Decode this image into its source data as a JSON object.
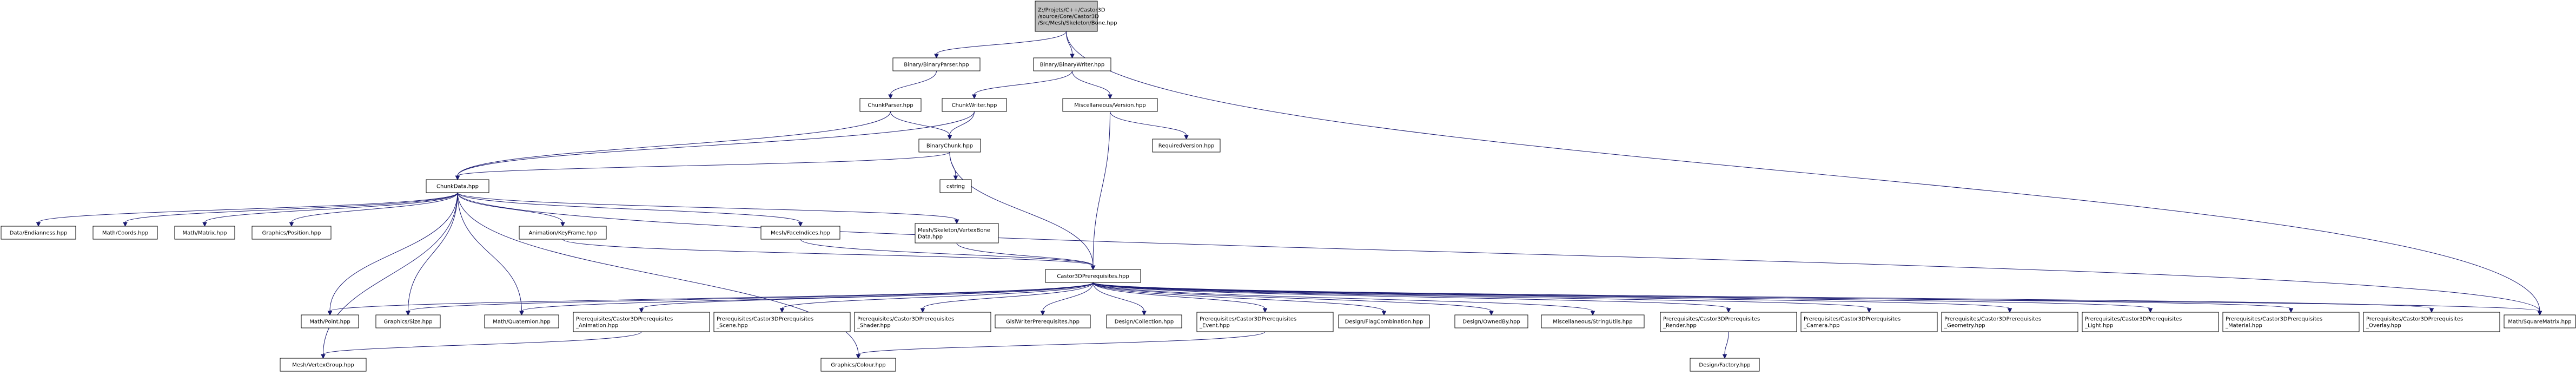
{
  "diagram": {
    "type": "include-dependency-graph",
    "colors": {
      "edge": "#191970",
      "root_fill": "#bfbfbf",
      "node_fill": "#ffffff",
      "node_border": "#000000",
      "external_border": "#bfbfbf"
    },
    "nodes": [
      {
        "id": "root",
        "lines": [
          "Z:/Projets/C++/Castor3D",
          "/source/Core/Castor3D",
          "/Src/Mesh/Skeleton/Bone.hpp"
        ],
        "kind": "root"
      },
      {
        "id": "binparser",
        "lines": [
          "Binary/BinaryParser.hpp"
        ],
        "kind": "file"
      },
      {
        "id": "binwriter",
        "lines": [
          "Binary/BinaryWriter.hpp"
        ],
        "kind": "file"
      },
      {
        "id": "chunkparser",
        "lines": [
          "ChunkParser.hpp"
        ],
        "kind": "file"
      },
      {
        "id": "chunkwriter",
        "lines": [
          "ChunkWriter.hpp"
        ],
        "kind": "file"
      },
      {
        "id": "miscversion",
        "lines": [
          "Miscellaneous/Version.hpp"
        ],
        "kind": "file"
      },
      {
        "id": "binchunk",
        "lines": [
          "BinaryChunk.hpp"
        ],
        "kind": "file"
      },
      {
        "id": "reqversion",
        "lines": [
          "RequiredVersion.hpp"
        ],
        "kind": "external"
      },
      {
        "id": "cstring",
        "lines": [
          "cstring"
        ],
        "kind": "external"
      },
      {
        "id": "chunkdata",
        "lines": [
          "ChunkData.hpp"
        ],
        "kind": "file"
      },
      {
        "id": "endianness",
        "lines": [
          "Data/Endianness.hpp"
        ],
        "kind": "external"
      },
      {
        "id": "coords",
        "lines": [
          "Math/Coords.hpp"
        ],
        "kind": "external"
      },
      {
        "id": "matrix",
        "lines": [
          "Math/Matrix.hpp"
        ],
        "kind": "external"
      },
      {
        "id": "position",
        "lines": [
          "Graphics/Position.hpp"
        ],
        "kind": "external"
      },
      {
        "id": "keyframe",
        "lines": [
          "Animation/KeyFrame.hpp"
        ],
        "kind": "file"
      },
      {
        "id": "faceindices",
        "lines": [
          "Mesh/FaceIndices.hpp"
        ],
        "kind": "file"
      },
      {
        "id": "vertexbone",
        "lines": [
          "Mesh/Skeleton/VertexBone",
          "Data.hpp"
        ],
        "kind": "file"
      },
      {
        "id": "prereq",
        "lines": [
          "Castor3DPrerequisites.hpp"
        ],
        "kind": "file"
      },
      {
        "id": "point",
        "lines": [
          "Math/Point.hpp"
        ],
        "kind": "external"
      },
      {
        "id": "size",
        "lines": [
          "Graphics/Size.hpp"
        ],
        "kind": "external"
      },
      {
        "id": "quaternion",
        "lines": [
          "Math/Quaternion.hpp"
        ],
        "kind": "external"
      },
      {
        "id": "pre_anim",
        "lines": [
          "Prerequisites/Castor3DPrerequisites",
          "_Animation.hpp"
        ],
        "kind": "file"
      },
      {
        "id": "pre_scene",
        "lines": [
          "Prerequisites/Castor3DPrerequisites",
          "_Scene.hpp"
        ],
        "kind": "file"
      },
      {
        "id": "pre_shader",
        "lines": [
          "Prerequisites/Castor3DPrerequisites",
          "_Shader.hpp"
        ],
        "kind": "file"
      },
      {
        "id": "glsl",
        "lines": [
          "GlslWriterPrerequisites.hpp"
        ],
        "kind": "external"
      },
      {
        "id": "collection",
        "lines": [
          "Design/Collection.hpp"
        ],
        "kind": "external"
      },
      {
        "id": "pre_event",
        "lines": [
          "Prerequisites/Castor3DPrerequisites",
          "_Event.hpp"
        ],
        "kind": "file"
      },
      {
        "id": "flagcomb",
        "lines": [
          "Design/FlagCombination.hpp"
        ],
        "kind": "external"
      },
      {
        "id": "ownedby",
        "lines": [
          "Design/OwnedBy.hpp"
        ],
        "kind": "external"
      },
      {
        "id": "stringutils",
        "lines": [
          "Miscellaneous/StringUtils.hpp"
        ],
        "kind": "external"
      },
      {
        "id": "pre_render",
        "lines": [
          "Prerequisites/Castor3DPrerequisites",
          "_Render.hpp"
        ],
        "kind": "file"
      },
      {
        "id": "pre_camera",
        "lines": [
          "Prerequisites/Castor3DPrerequisites",
          "_Camera.hpp"
        ],
        "kind": "file"
      },
      {
        "id": "pre_geometry",
        "lines": [
          "Prerequisites/Castor3DPrerequisites",
          "_Geometry.hpp"
        ],
        "kind": "file"
      },
      {
        "id": "pre_light",
        "lines": [
          "Prerequisites/Castor3DPrerequisites",
          "_Light.hpp"
        ],
        "kind": "file"
      },
      {
        "id": "pre_material",
        "lines": [
          "Prerequisites/Castor3DPrerequisites",
          "_Material.hpp"
        ],
        "kind": "file"
      },
      {
        "id": "pre_overlay",
        "lines": [
          "Prerequisites/Castor3DPrerequisites",
          "_Overlay.hpp"
        ],
        "kind": "file"
      },
      {
        "id": "sqmatrix",
        "lines": [
          "Math/SquareMatrix.hpp"
        ],
        "kind": "external"
      },
      {
        "id": "vertexgroup",
        "lines": [
          "Mesh/VertexGroup.hpp"
        ],
        "kind": "file"
      },
      {
        "id": "colour",
        "lines": [
          "Graphics/Colour.hpp"
        ],
        "kind": "external"
      },
      {
        "id": "factory",
        "lines": [
          "Design/Factory.hpp"
        ],
        "kind": "external"
      }
    ],
    "edges": [
      [
        "root",
        "binparser"
      ],
      [
        "root",
        "binwriter"
      ],
      [
        "root",
        "sqmatrix"
      ],
      [
        "binparser",
        "chunkparser"
      ],
      [
        "binwriter",
        "chunkwriter"
      ],
      [
        "binwriter",
        "miscversion"
      ],
      [
        "chunkparser",
        "binchunk"
      ],
      [
        "chunkparser",
        "chunkdata"
      ],
      [
        "chunkwriter",
        "binchunk"
      ],
      [
        "chunkwriter",
        "chunkdata"
      ],
      [
        "miscversion",
        "reqversion"
      ],
      [
        "miscversion",
        "prereq"
      ],
      [
        "binchunk",
        "cstring"
      ],
      [
        "binchunk",
        "chunkdata"
      ],
      [
        "binchunk",
        "prereq"
      ],
      [
        "chunkdata",
        "endianness"
      ],
      [
        "chunkdata",
        "coords"
      ],
      [
        "chunkdata",
        "matrix"
      ],
      [
        "chunkdata",
        "position"
      ],
      [
        "chunkdata",
        "keyframe"
      ],
      [
        "chunkdata",
        "faceindices"
      ],
      [
        "chunkdata",
        "vertexbone"
      ],
      [
        "chunkdata",
        "point"
      ],
      [
        "chunkdata",
        "size"
      ],
      [
        "chunkdata",
        "quaternion"
      ],
      [
        "chunkdata",
        "colour"
      ],
      [
        "chunkdata",
        "vertexgroup"
      ],
      [
        "chunkdata",
        "sqmatrix"
      ],
      [
        "keyframe",
        "prereq"
      ],
      [
        "faceindices",
        "prereq"
      ],
      [
        "vertexbone",
        "prereq"
      ],
      [
        "prereq",
        "point"
      ],
      [
        "prereq",
        "size"
      ],
      [
        "prereq",
        "quaternion"
      ],
      [
        "prereq",
        "pre_anim"
      ],
      [
        "prereq",
        "pre_scene"
      ],
      [
        "prereq",
        "pre_shader"
      ],
      [
        "prereq",
        "glsl"
      ],
      [
        "prereq",
        "collection"
      ],
      [
        "prereq",
        "pre_event"
      ],
      [
        "prereq",
        "flagcomb"
      ],
      [
        "prereq",
        "ownedby"
      ],
      [
        "prereq",
        "stringutils"
      ],
      [
        "prereq",
        "pre_render"
      ],
      [
        "prereq",
        "pre_camera"
      ],
      [
        "prereq",
        "pre_geometry"
      ],
      [
        "prereq",
        "pre_light"
      ],
      [
        "prereq",
        "pre_material"
      ],
      [
        "prereq",
        "pre_overlay"
      ],
      [
        "prereq",
        "sqmatrix"
      ],
      [
        "pre_anim",
        "vertexgroup"
      ],
      [
        "pre_event",
        "colour"
      ],
      [
        "pre_render",
        "factory"
      ]
    ]
  }
}
